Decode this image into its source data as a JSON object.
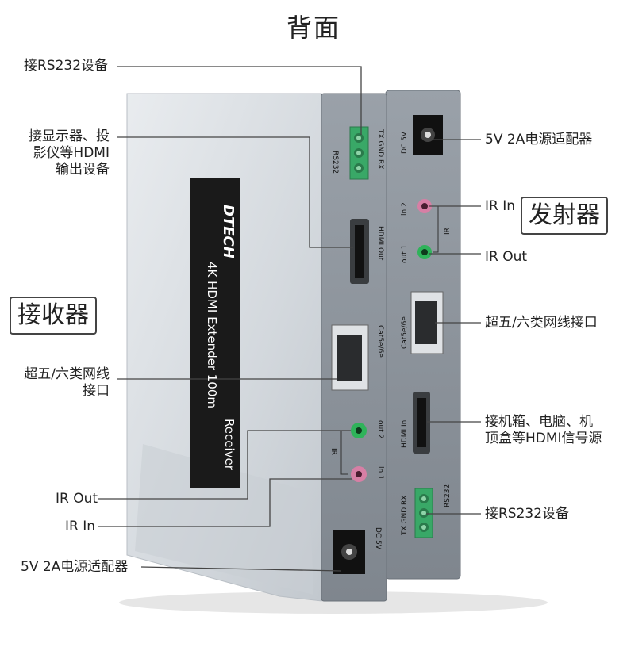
{
  "title": "背面",
  "brand": "DTECH",
  "product": {
    "model_line": "4K HDMI Extender 100m",
    "role": "Receiver"
  },
  "tags": {
    "receiver": "接收器",
    "transmitter": "发射器"
  },
  "receiver_ports": {
    "rs232": "RS232",
    "rs232_pins": "TX GND RX",
    "hdmi_out": "HDMI Out",
    "cat": "Cat5e/6e",
    "ir": "IR",
    "out2": "out 2",
    "in1": "in 1",
    "dc": "DC 5V"
  },
  "transmitter_ports": {
    "dc": "DC 5V",
    "in2": "in 2",
    "ir": "IR",
    "out1": "out 1",
    "cat": "Cat5e/6e",
    "hdmi_in": "HDMI In",
    "rs232": "RS232",
    "rs232_pins": "TX GND RX"
  },
  "left_labels": {
    "rs232": "接RS232设备",
    "display": [
      "接显示器、投",
      "影仪等HDMI",
      "输出设备"
    ],
    "cat": [
      "超五/六类网线",
      "接口"
    ],
    "ir_out": "IR Out",
    "ir_in": "IR In",
    "power": "5V 2A电源适配器"
  },
  "right_labels": {
    "power": "5V 2A电源适配器",
    "ir_in": "IR In",
    "ir_out": "IR Out",
    "cat": "超五/六类网线接口",
    "source": [
      "接机箱、电脑、机",
      "顶盒等HDMI信号源"
    ],
    "rs232": "接RS232设备"
  },
  "colors": {
    "body_light": "#d8dde2",
    "body_panel": "#8b929a",
    "green_jack": "#2fb35a",
    "pink_jack": "#d77fa5",
    "terminal_green": "#39a867"
  }
}
